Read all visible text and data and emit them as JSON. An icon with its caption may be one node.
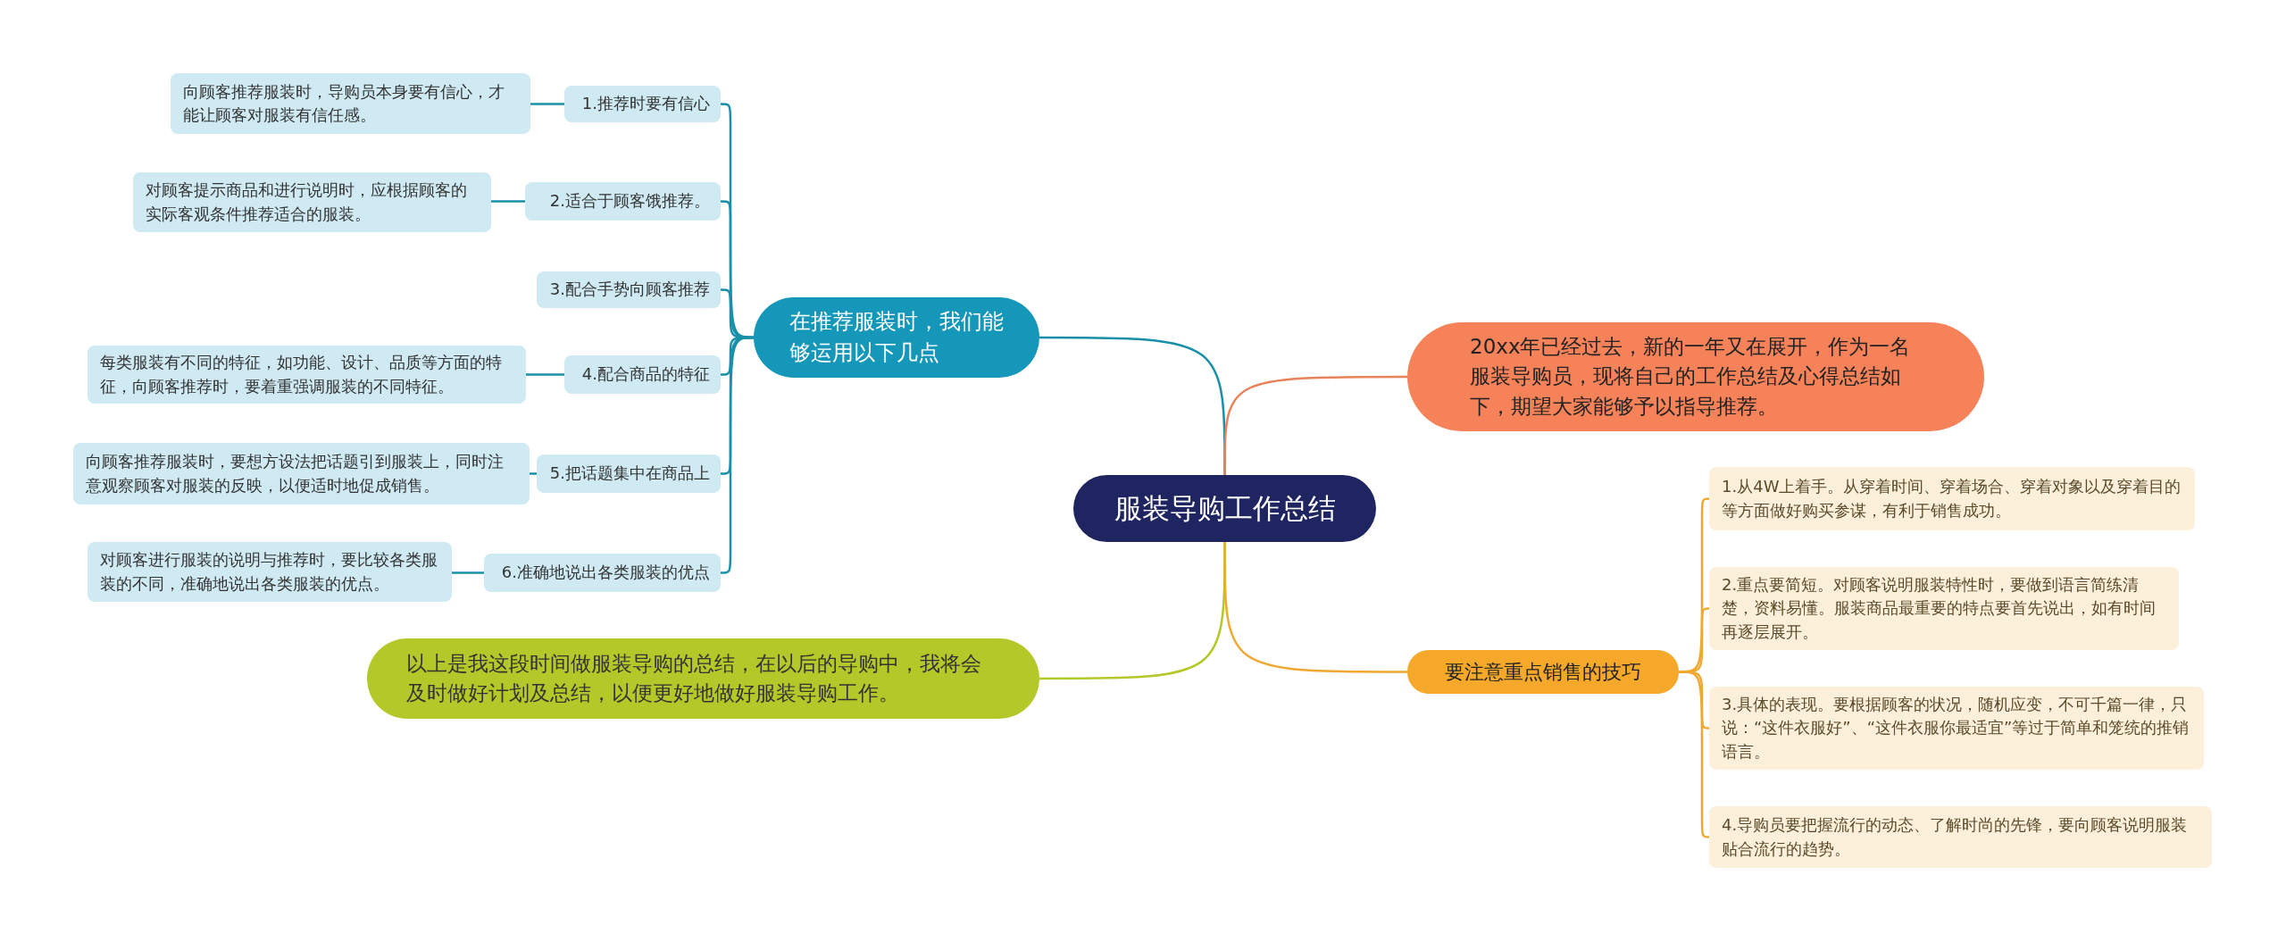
{
  "diagram": {
    "nodes": [
      {
        "text": [
          "服装导购工作总结"
        ]
      },
      {
        "text": [
          "在推荐服装时，我们能够运用以下几点"
        ]
      },
      {
        "text": [
          "1.推荐时要有信心"
        ]
      },
      {
        "text": [
          "向顾客推荐服装时，导购员本身要有信心，才能让顾客对服装有信任感。"
        ]
      },
      {
        "text": [
          "2.适合于顾客饿推荐。"
        ]
      },
      {
        "text": [
          "对顾客提示商品和进行说明时，应根据顾客的实际客观条件推荐适合的服装。"
        ]
      },
      {
        "text": [
          "3.配合手势向顾客推荐"
        ]
      },
      {
        "text": [
          "4.配合商品的特征"
        ]
      },
      {
        "text": [
          "每类服装有不同的特征，如功能、设计、品质等方面的特征，向顾客推荐时，要着重强调服装的不同特征。"
        ]
      },
      {
        "text": [
          "5.把话题集中在商品上"
        ]
      },
      {
        "text": [
          "向顾客推荐服装时，要想方设法把话题引到服装上，同时注意观察顾客对服装的反映，以便适时地促成销售。"
        ]
      },
      {
        "text": [
          "6.准确地说出各类服装的优点"
        ]
      },
      {
        "text": [
          "对顾客进行服装的说明与推荐时，要比较各类服装的不同，准确地说出各类服装的优点。"
        ]
      },
      {
        "text": [
          "以上是我这段时间做服装导购的总结，在以后的导购中，我将会及时做好计划及总结，以便更好地做好服装导购工作。"
        ]
      },
      {
        "text": [
          "20xx年已经过去，新的一年又在展开，作为一名服装导购员，现将自己的工作总结及心得总结如下，期望大家能够予以指导推荐。"
        ]
      },
      {
        "text": [
          "要注意重点销售的技巧"
        ]
      },
      {
        "text": [
          "1.从4W上着手。从穿着时间、穿着场合、穿着对象以及穿着目的等方面做好购买参谋，有利于销售成功。"
        ]
      },
      {
        "text": [
          "2.重点要简短。对顾客说明服装特性时，要做到语言简练清楚，资料易懂。服装商品最重要的特点要首先说出，如有时间再逐层展开。"
        ]
      },
      {
        "text": [
          "3.具体的表现。要根据顾客的状况，随机应变，不可千篇一律，只说：“这件衣服好”、“这件衣服你最适宜”等过于简单和笼统的推销语言。"
        ]
      },
      {
        "text": [
          "4.导购员要把握流行的动态、了解时尚的先锋，要向顾客说明服装贴合流行的趋势。"
        ]
      }
    ],
    "edges": [
      {
        "from": 0,
        "to": 1,
        "arrow": "none",
        "color": "#1a8fa8"
      },
      {
        "from": 1,
        "to": 2,
        "arrow": "none",
        "color": "#1a8fa8"
      },
      {
        "from": 2,
        "to": 3,
        "arrow": "none",
        "color": "#1a8fa8"
      },
      {
        "from": 1,
        "to": 4,
        "arrow": "none",
        "color": "#1a8fa8"
      },
      {
        "from": 4,
        "to": 5,
        "arrow": "none",
        "color": "#1a8fa8"
      },
      {
        "from": 1,
        "to": 6,
        "arrow": "none",
        "color": "#1a8fa8"
      },
      {
        "from": 1,
        "to": 7,
        "arrow": "none",
        "color": "#1a8fa8"
      },
      {
        "from": 7,
        "to": 8,
        "arrow": "none",
        "color": "#1a8fa8"
      },
      {
        "from": 1,
        "to": 9,
        "arrow": "none",
        "color": "#1a8fa8"
      },
      {
        "from": 9,
        "to": 10,
        "arrow": "none",
        "color": "#1a8fa8"
      },
      {
        "from": 1,
        "to": 11,
        "arrow": "none",
        "color": "#1a8fa8"
      },
      {
        "from": 11,
        "to": 12,
        "arrow": "none",
        "color": "#1a8fa8"
      },
      {
        "from": 0,
        "to": 13,
        "arrow": "none",
        "color": "#b5c829"
      },
      {
        "from": 0,
        "to": 14,
        "arrow": "none",
        "color": "#e8825a"
      },
      {
        "from": 0,
        "to": 15,
        "arrow": "none",
        "color": "#f0a830"
      },
      {
        "from": 15,
        "to": 16,
        "arrow": "none",
        "color": "#f0a830"
      },
      {
        "from": 15,
        "to": 17,
        "arrow": "none",
        "color": "#f0a830"
      },
      {
        "from": 15,
        "to": 18,
        "arrow": "none",
        "color": "#f0a830"
      },
      {
        "from": 15,
        "to": 19,
        "arrow": "none",
        "color": "#f0a830"
      }
    ]
  }
}
